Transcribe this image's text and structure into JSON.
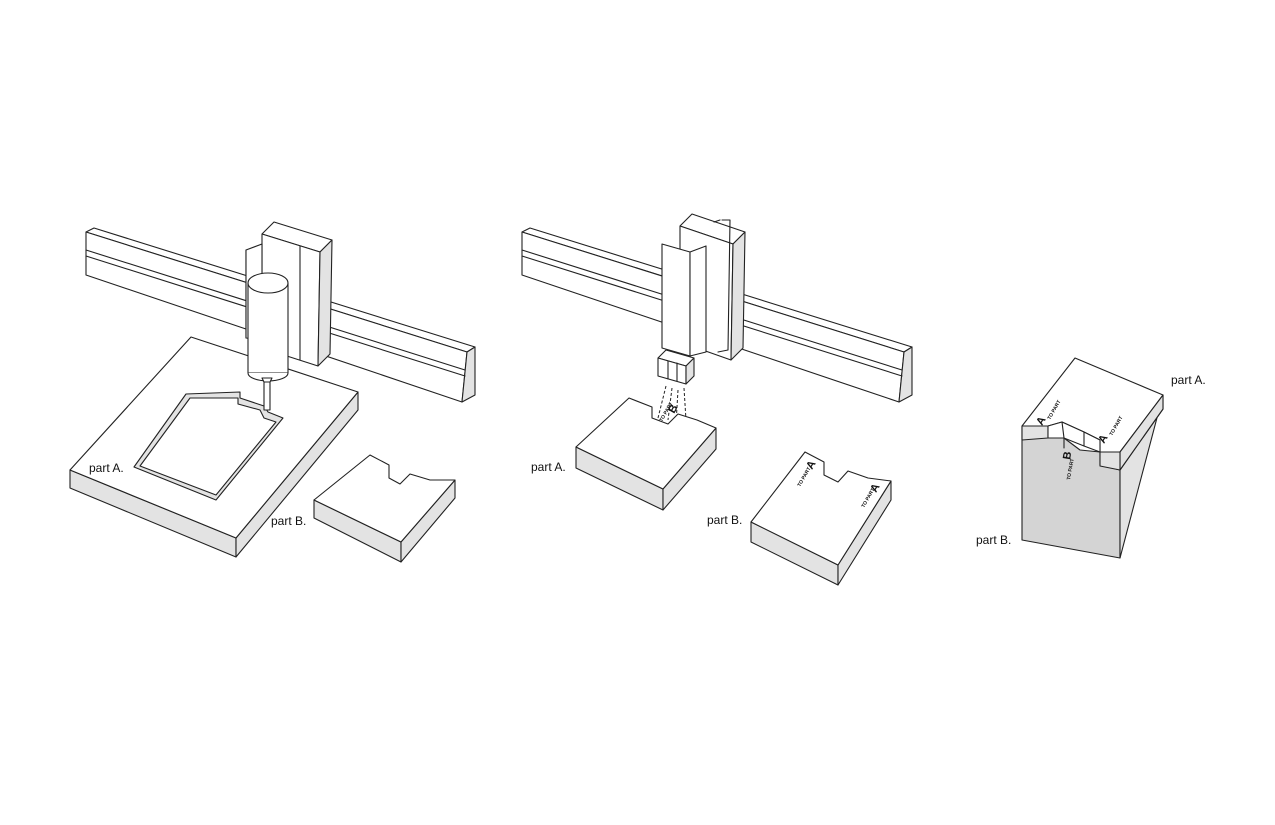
{
  "stage1": {
    "label_part_a": "part A.",
    "label_part_b": "part B."
  },
  "stage2": {
    "label_part_a": "part A.",
    "label_part_b": "part B.",
    "part_a_mark": "B",
    "part_a_mark_text": "TO PART",
    "part_b_mark_left": "A",
    "part_b_mark_left_text": "TO PART",
    "part_b_mark_right": "A",
    "part_b_mark_right_text": "TO PART"
  },
  "stage3": {
    "label_part_a": "part A.",
    "label_part_b": "part B.",
    "mark_left": "A",
    "mark_left_text": "TO PART",
    "mark_right": "A",
    "mark_right_text": "TO PART",
    "mark_center": "B",
    "mark_center_text": "TO PART"
  },
  "colors": {
    "line": "#222222",
    "face_light": "#ffffff",
    "face_shade": "#e3e3e3"
  }
}
